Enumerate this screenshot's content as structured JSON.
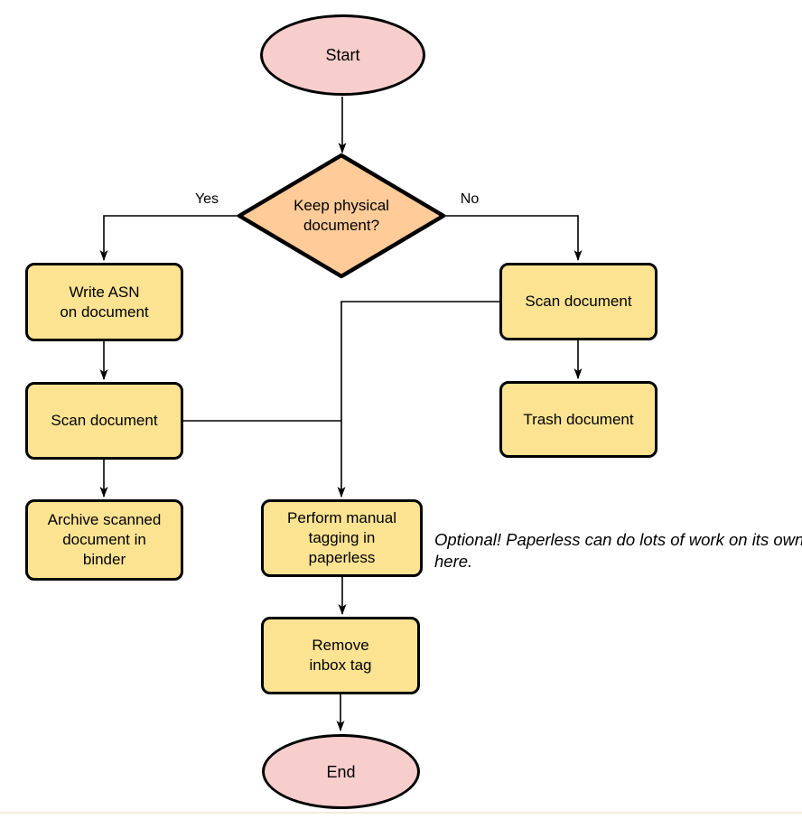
{
  "flowchart": {
    "nodes": {
      "start": {
        "label": "Start",
        "shape": "ellipse",
        "fill": "#F8CECC"
      },
      "decision": {
        "label": "Keep physical\ndocument?",
        "shape": "diamond",
        "fill": "#FFCB99"
      },
      "write_asn": {
        "label": "Write ASN\non document",
        "shape": "rect",
        "fill": "#FCE392"
      },
      "scan_left": {
        "label": "Scan document",
        "shape": "rect",
        "fill": "#FCE392"
      },
      "archive": {
        "label": "Archive scanned\ndocument in\nbinder",
        "shape": "rect",
        "fill": "#FCE392"
      },
      "scan_right": {
        "label": "Scan document",
        "shape": "rect",
        "fill": "#FCE392"
      },
      "trash": {
        "label": "Trash document",
        "shape": "rect",
        "fill": "#FCE392"
      },
      "tagging": {
        "label": "Perform manual\ntagging in\npaperless",
        "shape": "rect",
        "fill": "#FCE392"
      },
      "remove_inbox": {
        "label": "Remove\ninbox tag",
        "shape": "rect",
        "fill": "#FCE392"
      },
      "end": {
        "label": "End",
        "shape": "ellipse",
        "fill": "#F8CECC"
      }
    },
    "edge_labels": {
      "yes": "Yes",
      "no": "No"
    },
    "note": "Optional! Paperless can do lots of work on its own here.",
    "colors": {
      "stroke": "#000000",
      "terminator_fill": "#F8CECC",
      "decision_fill": "#FFCB99",
      "process_fill": "#FCE392",
      "background": "#FFFFFF"
    }
  }
}
